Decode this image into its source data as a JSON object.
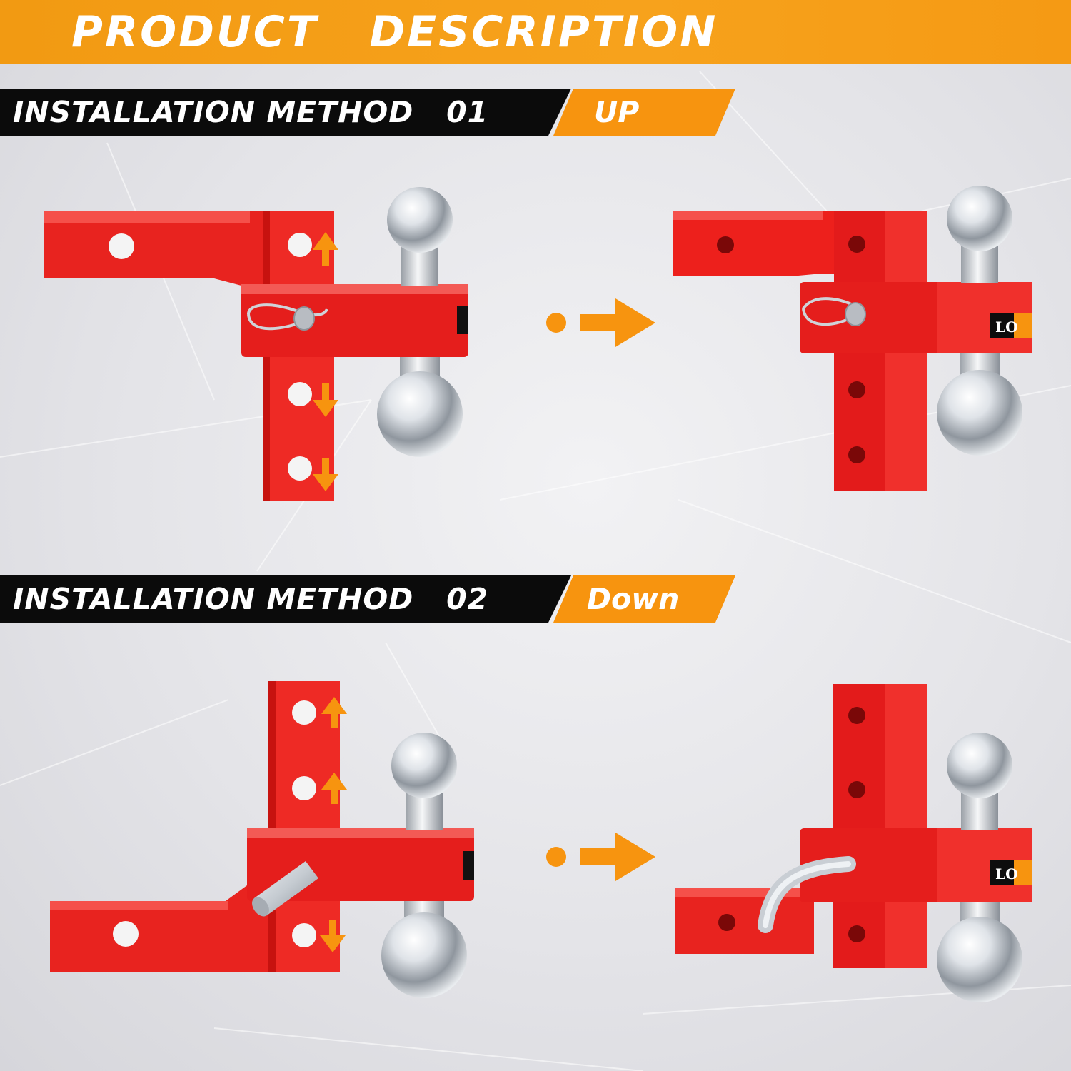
{
  "header": {
    "title": "PRODUCT   DESCRIPTION"
  },
  "methods": [
    {
      "label": "INSTALLATION METHOD   01",
      "direction": "UP"
    },
    {
      "label": "INSTALLATION METHOD   02",
      "direction": "Down"
    }
  ],
  "brand_logo_text": "LOCAN",
  "colors": {
    "accent_orange": "#f7940f",
    "hitch_red": "#e31b1b",
    "bar_black": "#0b0b0b",
    "chrome": "#d9dde2"
  }
}
